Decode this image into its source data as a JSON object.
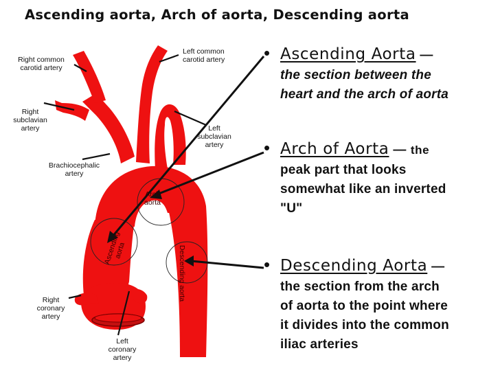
{
  "title": "Ascending aorta, Arch of aorta, Descending aorta",
  "diagram": {
    "labels": {
      "left_common_carotid": "Left common\ncarotid artery",
      "right_common_carotid": "Right common\ncarotid artery",
      "right_subclavian": "Right\nsubclavian\nartery",
      "left_subclavian": "Left\nsubclavian\nartery",
      "brachiocephalic": "Brachiocephalic\nartery",
      "arch": "Arch\naorta",
      "ascending": "Ascending\naorta",
      "descending": "Descending aorta",
      "right_coronary": "Right\ncoronary\nartery",
      "left_coronary": "Left\ncoronary\nartery"
    },
    "colors": {
      "artery": "#ee1111",
      "line": "#111111"
    }
  },
  "bullets": [
    {
      "heading": "Ascending Aorta",
      "dash": " —",
      "description": "the section between the\nheart and the arch of aorta"
    },
    {
      "heading": "Arch of Aorta",
      "dash": " — ",
      "inline": "the",
      "description": "peak part that looks\nsomewhat like an inverted\n\"U\""
    },
    {
      "heading": "Descending Aorta",
      "dash": " —",
      "description": "the section from the arch\nof aorta to the point where\nit divides into the common\niliac arteries"
    }
  ]
}
